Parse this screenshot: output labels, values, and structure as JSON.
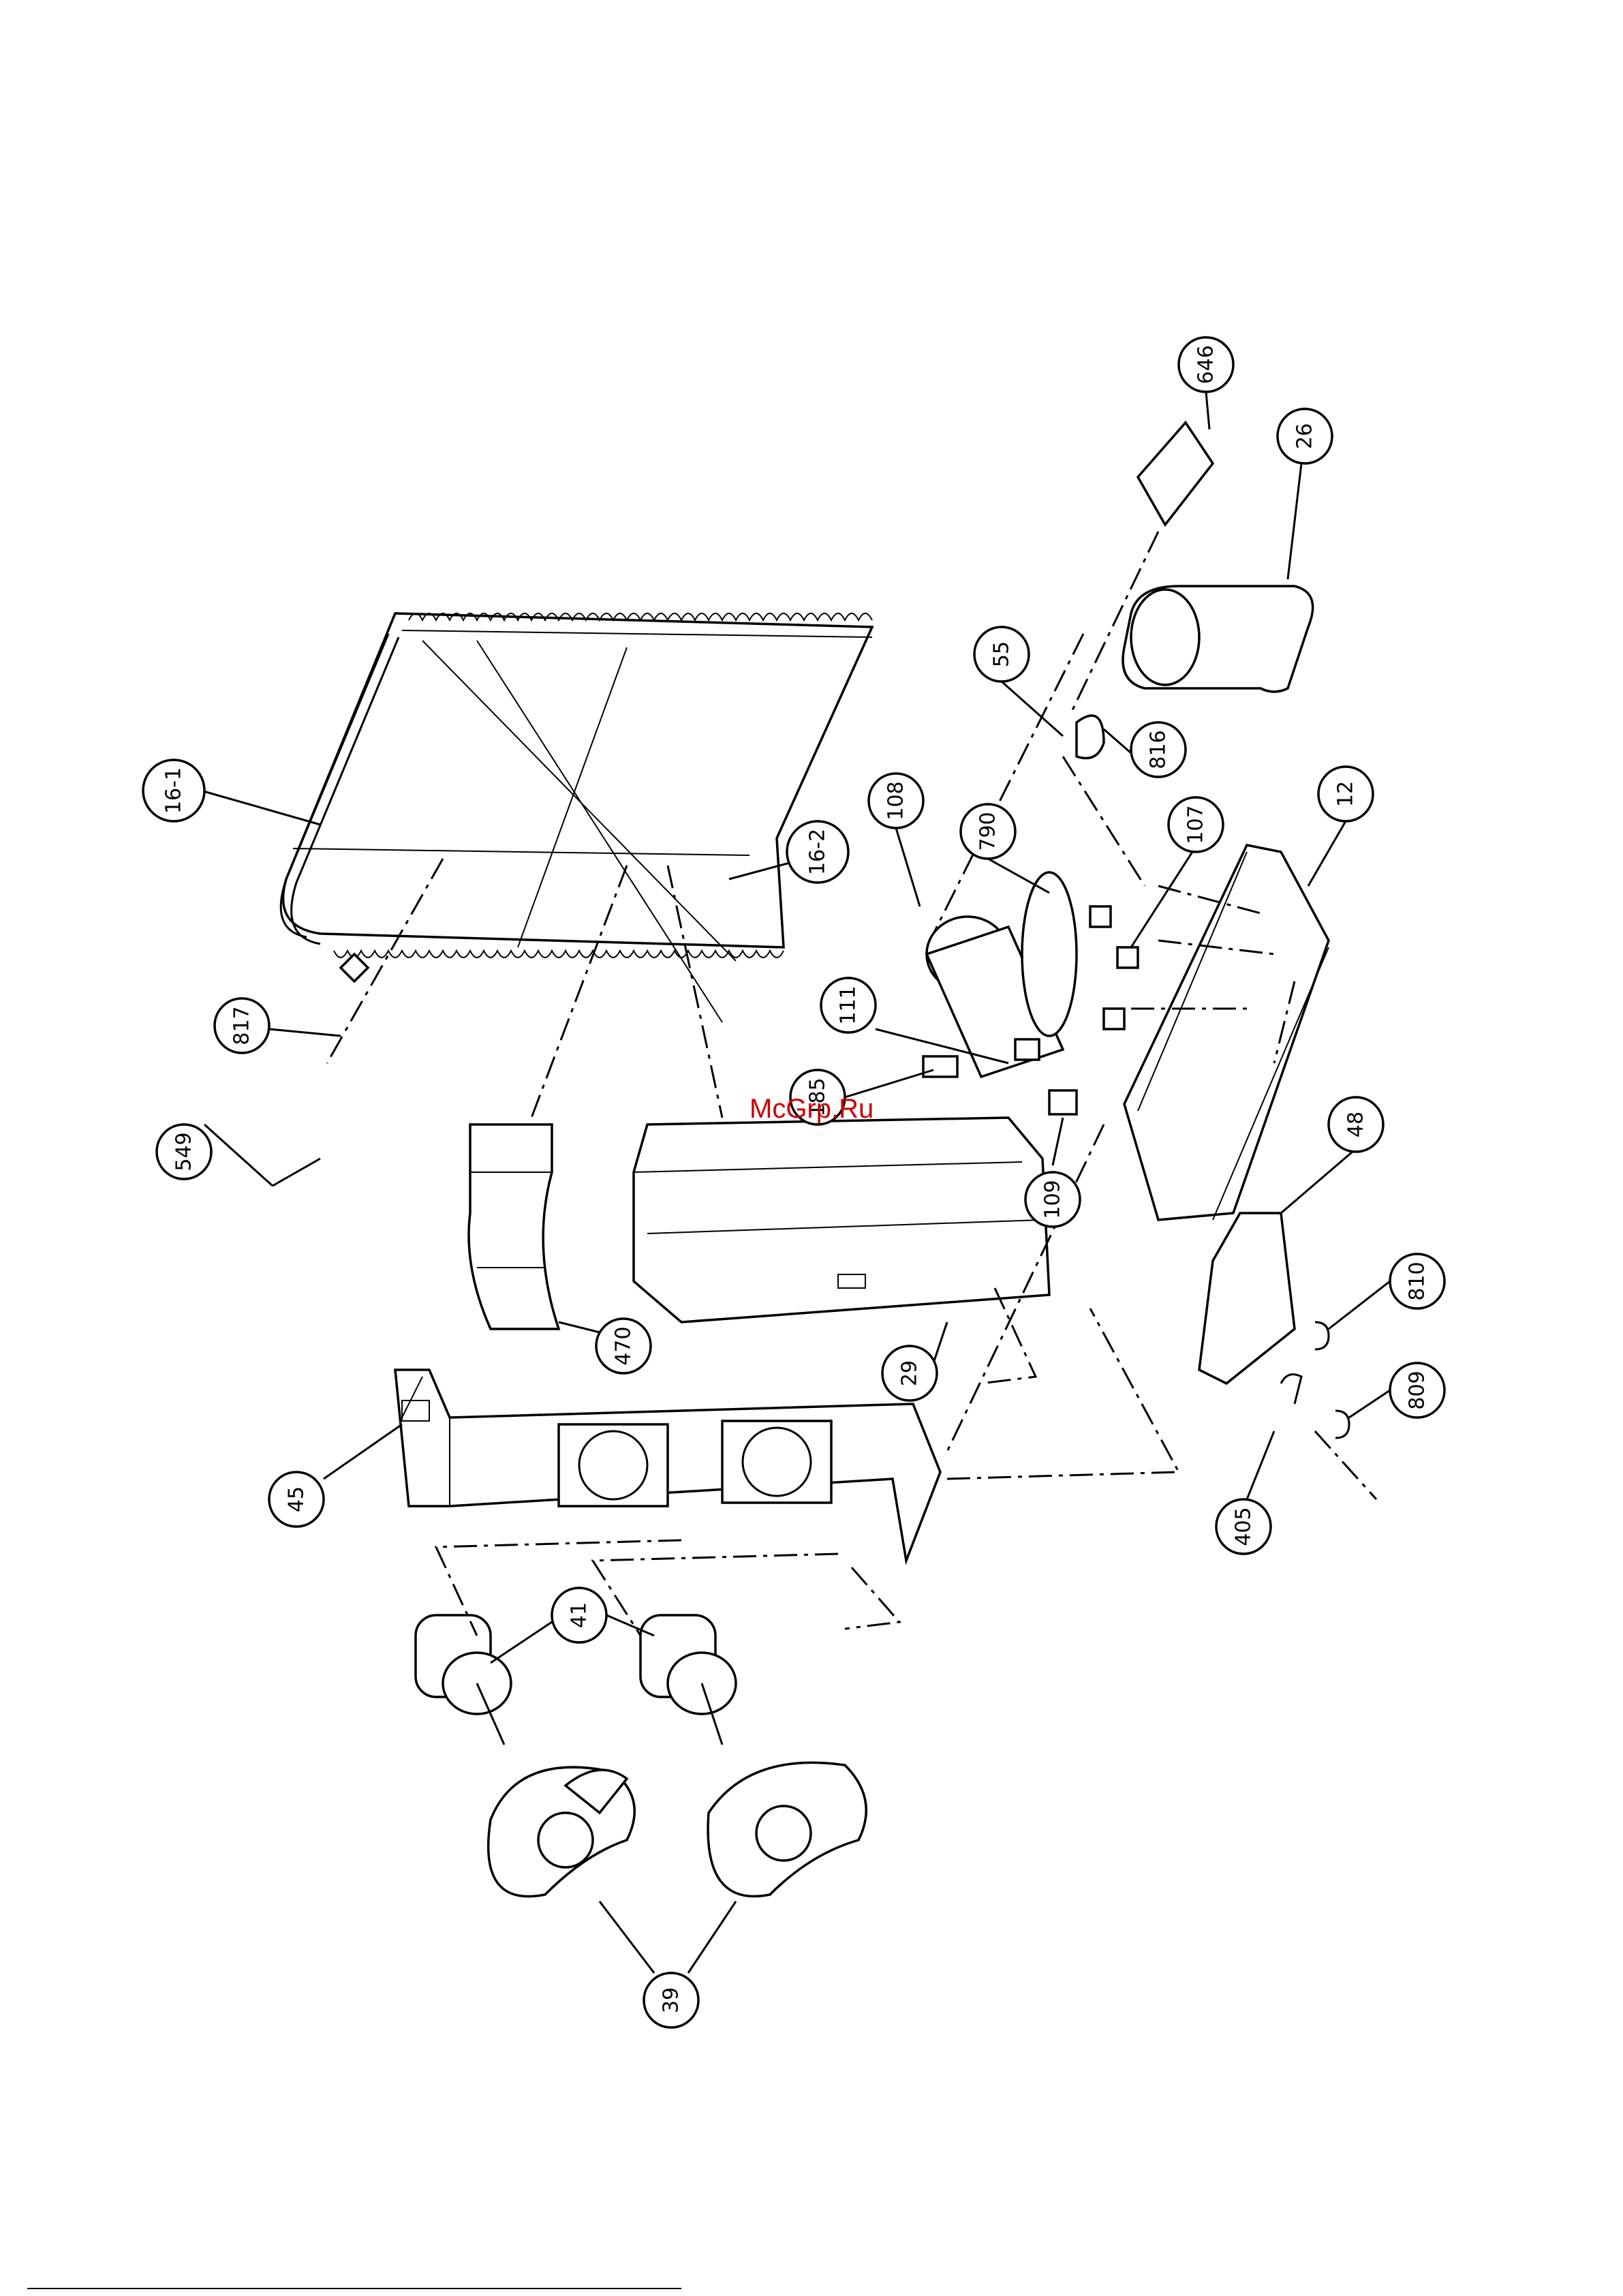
{
  "watermark": "McGrp.Ru",
  "callouts": [
    {
      "label": "646"
    },
    {
      "label": "26"
    },
    {
      "label": "55"
    },
    {
      "label": "816"
    },
    {
      "label": "108"
    },
    {
      "label": "790"
    },
    {
      "label": "107"
    },
    {
      "label": "12"
    },
    {
      "label": "16-1"
    },
    {
      "label": "16-2"
    },
    {
      "label": "111"
    },
    {
      "label": "185"
    },
    {
      "label": "109"
    },
    {
      "label": "817"
    },
    {
      "label": "549"
    },
    {
      "label": "48"
    },
    {
      "label": "810"
    },
    {
      "label": "809"
    },
    {
      "label": "470"
    },
    {
      "label": "29"
    },
    {
      "label": "405"
    },
    {
      "label": "45"
    },
    {
      "label": "41"
    },
    {
      "label": "39"
    }
  ]
}
